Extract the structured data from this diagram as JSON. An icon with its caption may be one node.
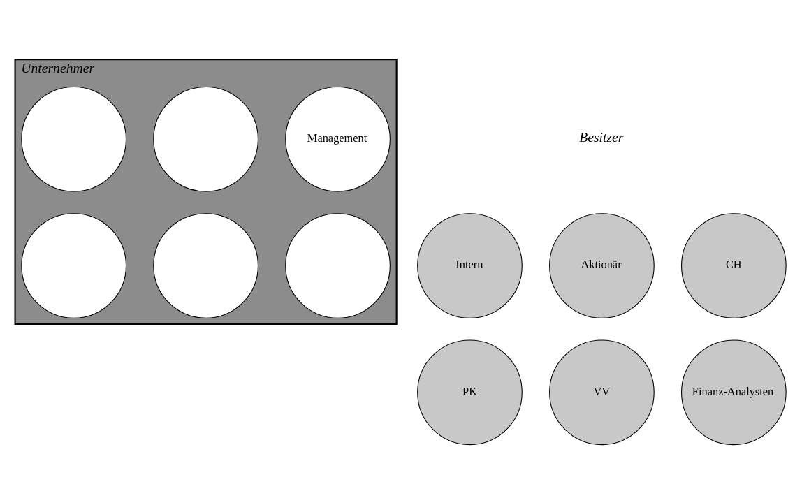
{
  "diagram": {
    "nodes": [
      {
        "text": [
          "Unternehmer"
        ]
      },
      {
        "text": [
          "Management"
        ],
        "in": 0
      },
      {
        "text": [],
        "shape": "circle",
        "in": 0
      },
      {
        "text": [],
        "shape": "circle",
        "in": 0
      },
      {
        "text": [],
        "shape": "circle",
        "in": 0
      },
      {
        "text": [],
        "shape": "circle",
        "in": 0
      },
      {
        "text": [],
        "shape": "circle",
        "in": 0
      },
      {
        "text": [
          "Intern"
        ]
      },
      {
        "text": [
          "Aktionär"
        ]
      },
      {
        "text": [
          "CH"
        ]
      },
      {
        "text": [
          "PK"
        ]
      },
      {
        "text": [
          "VV"
        ]
      },
      {
        "text": [
          "Finanz-Analysten"
        ]
      }
    ],
    "labels": [
      "Besitzer"
    ]
  }
}
